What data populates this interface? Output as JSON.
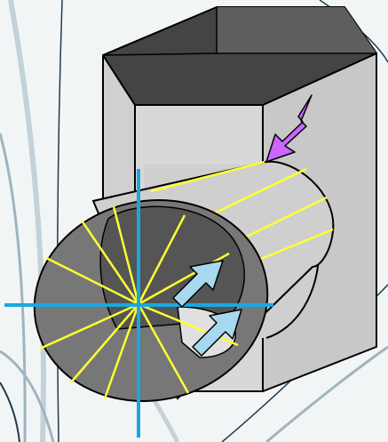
{
  "colors": {
    "background": "#f2f5f6",
    "decorative_lines": "#1f3b4d",
    "decorative_lines_light": "#9fb4bf",
    "prism_side": "#d6d6d6",
    "prism_side_dark": "#c4c4c4",
    "prism_top_inside": "#5c5c5c",
    "prism_top_inside_dark": "#3d3d3d",
    "cylinder_body": "#cfcfcf",
    "cylinder_face": "#777777",
    "cylinder_hole": "#555555",
    "intersection_lines": "#ffff33",
    "axis_cross": "#1aa7e0",
    "arrow_blue_fill": "#a8d8f0",
    "arrow_purple_fill": "#cc66ff",
    "outline": "#000000"
  },
  "elements": {
    "prism": "hexagonal-prism",
    "cylinder": "horizontal-cylinder",
    "hole": "cylindrical-hole",
    "radial_lines": 12,
    "axis": "cross",
    "arrows": [
      "purple-arrow",
      "blue-arrow",
      "blue-arrow"
    ]
  }
}
